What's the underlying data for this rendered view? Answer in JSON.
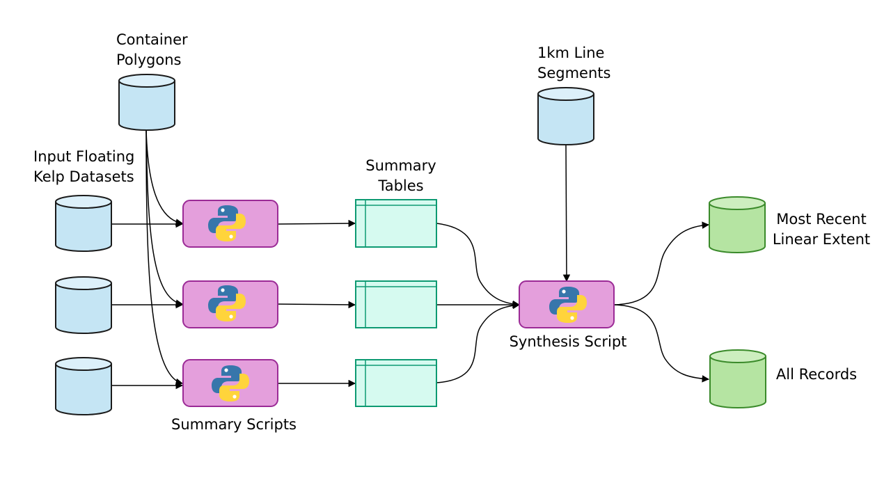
{
  "labels": {
    "container_polygons": [
      "Container",
      "Polygons"
    ],
    "input_datasets": [
      "Input Floating",
      "Kelp Datasets"
    ],
    "summary_tables": [
      "Summary",
      "Tables"
    ],
    "line_segments": [
      "1km Line",
      "Segments"
    ],
    "summary_scripts": "Summary Scripts",
    "synthesis_script": "Synthesis Script",
    "most_recent": [
      "Most Recent",
      "Linear Extent"
    ],
    "all_records": "All Records"
  },
  "colors": {
    "database_fill": "#c5e5f4",
    "database_top": "#dcf0fa",
    "database_stroke": "#1a1a1a",
    "script_fill": "#e49fdc",
    "script_stroke": "#9b2a96",
    "table_fill": "#d6faf0",
    "table_stroke": "#0d9a72",
    "output_fill": "#b5e4a2",
    "output_top": "#cdeebf",
    "output_stroke": "#3a8a2a",
    "python_blue": "#3776ab",
    "python_yellow": "#ffd43b"
  },
  "icons": {
    "script": "python-logo-icon"
  }
}
